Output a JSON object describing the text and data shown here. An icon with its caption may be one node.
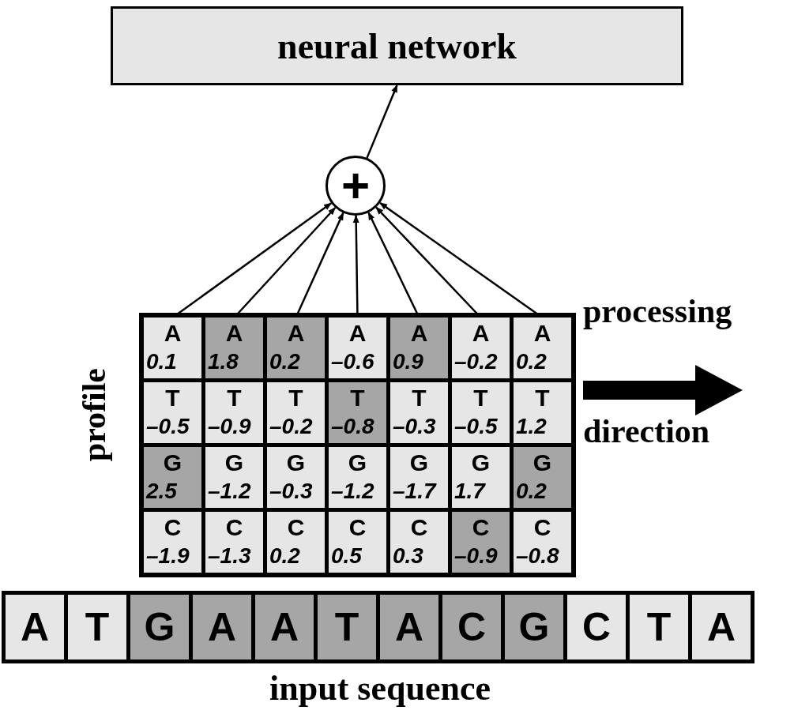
{
  "diagram": {
    "nodes": [
      {
        "text": [
          "neural network"
        ]
      },
      {
        "text": [
          "+"
        ]
      },
      {
        "text": [
          "profile"
        ]
      },
      {
        "text": [
          "A",
          "0.1"
        ],
        "in": 2
      },
      {
        "text": [
          "A",
          "1.8"
        ],
        "in": 2
      },
      {
        "text": [
          "A",
          "0.2"
        ],
        "in": 2
      },
      {
        "text": [
          "A",
          "–0.6"
        ],
        "in": 2
      },
      {
        "text": [
          "A",
          "0.9"
        ],
        "in": 2
      },
      {
        "text": [
          "A",
          "–0.2"
        ],
        "in": 2
      },
      {
        "text": [
          "A",
          "0.2"
        ],
        "in": 2
      },
      {
        "text": [
          "T",
          "–0.5"
        ],
        "in": 2
      },
      {
        "text": [
          "T",
          "–0.9"
        ],
        "in": 2
      },
      {
        "text": [
          "T",
          "–0.2"
        ],
        "in": 2
      },
      {
        "text": [
          "T",
          "–0.8"
        ],
        "in": 2
      },
      {
        "text": [
          "T",
          "–0.3"
        ],
        "in": 2
      },
      {
        "text": [
          "T",
          "–0.5"
        ],
        "in": 2
      },
      {
        "text": [
          "T",
          "1.2"
        ],
        "in": 2
      },
      {
        "text": [
          "G",
          "2.5"
        ],
        "in": 2
      },
      {
        "text": [
          "G",
          "–1.2"
        ],
        "in": 2
      },
      {
        "text": [
          "G",
          "–0.3"
        ],
        "in": 2
      },
      {
        "text": [
          "G",
          "–1.2"
        ],
        "in": 2
      },
      {
        "text": [
          "G",
          "–1.7"
        ],
        "in": 2
      },
      {
        "text": [
          "G",
          "1.7"
        ],
        "in": 2
      },
      {
        "text": [
          "G",
          "0.2"
        ],
        "in": 2
      },
      {
        "text": [
          "C",
          "–1.9"
        ],
        "in": 2
      },
      {
        "text": [
          "C",
          "–1.3"
        ],
        "in": 2
      },
      {
        "text": [
          "C",
          "0.2"
        ],
        "in": 2
      },
      {
        "text": [
          "C",
          "0.5"
        ],
        "in": 2
      },
      {
        "text": [
          "C",
          "0.3"
        ],
        "in": 2
      },
      {
        "text": [
          "C",
          "–0.9"
        ],
        "in": 2
      },
      {
        "text": [
          "C",
          "–0.8"
        ],
        "in": 2
      },
      {
        "text": [
          "input sequence"
        ]
      },
      {
        "text": [
          "A"
        ],
        "in": 31
      },
      {
        "text": [
          "T"
        ],
        "in": 31
      },
      {
        "text": [
          "G"
        ],
        "in": 31
      },
      {
        "text": [
          "A"
        ],
        "in": 31
      },
      {
        "text": [
          "A"
        ],
        "in": 31
      },
      {
        "text": [
          "T"
        ],
        "in": 31
      },
      {
        "text": [
          "A"
        ],
        "in": 31
      },
      {
        "text": [
          "C"
        ],
        "in": 31
      },
      {
        "text": [
          "G"
        ],
        "in": 31
      },
      {
        "text": [
          "C"
        ],
        "in": 31
      },
      {
        "text": [
          "T"
        ],
        "in": 31
      },
      {
        "text": [
          "A"
        ],
        "in": 31
      }
    ],
    "edges": [
      {
        "from": 1,
        "to": 0,
        "arrow": "to"
      },
      {
        "from": 3,
        "to": 1,
        "arrow": "to"
      },
      {
        "from": 4,
        "to": 1,
        "arrow": "to"
      },
      {
        "from": 5,
        "to": 1,
        "arrow": "to"
      },
      {
        "from": 6,
        "to": 1,
        "arrow": "to"
      },
      {
        "from": 7,
        "to": 1,
        "arrow": "to"
      },
      {
        "from": 8,
        "to": 1,
        "arrow": "to"
      },
      {
        "from": 9,
        "to": 1,
        "arrow": "to"
      }
    ],
    "labels": [
      "processing",
      "direction"
    ]
  }
}
